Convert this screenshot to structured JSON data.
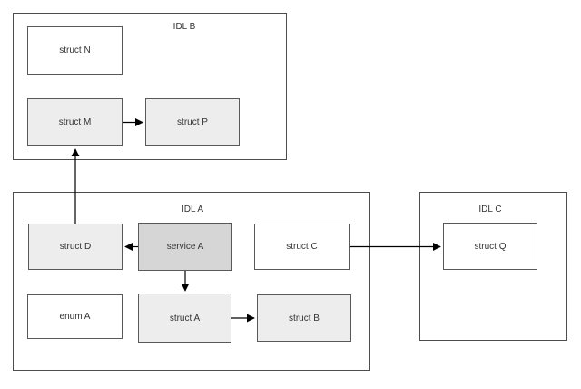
{
  "diagram": {
    "type": "dependency-diagram",
    "containers": {
      "idl_b": {
        "label": "IDL B"
      },
      "idl_a": {
        "label": "IDL A"
      },
      "idl_c": {
        "label": "IDL C"
      }
    },
    "nodes": {
      "struct_n": {
        "label": "struct N",
        "container": "IDL B",
        "fill": "#ffffff"
      },
      "struct_m": {
        "label": "struct M",
        "container": "IDL B",
        "fill": "#ededed"
      },
      "struct_p": {
        "label": "struct P",
        "container": "IDL B",
        "fill": "#ededed"
      },
      "struct_d": {
        "label": "struct D",
        "container": "IDL A",
        "fill": "#ededed"
      },
      "service_a": {
        "label": "service A",
        "container": "IDL A",
        "fill": "#d6d6d6"
      },
      "struct_c": {
        "label": "struct C",
        "container": "IDL A",
        "fill": "#ffffff"
      },
      "enum_a": {
        "label": "enum A",
        "container": "IDL A",
        "fill": "#ffffff"
      },
      "struct_a": {
        "label": "struct A",
        "container": "IDL A",
        "fill": "#ededed"
      },
      "struct_b": {
        "label": "struct B",
        "container": "IDL A",
        "fill": "#ededed"
      },
      "struct_q": {
        "label": "struct Q",
        "container": "IDL C",
        "fill": "#ffffff"
      }
    },
    "edges": [
      {
        "from": "struct M",
        "to": "struct P",
        "direction": "right"
      },
      {
        "from": "struct D",
        "to": "struct M",
        "direction": "up"
      },
      {
        "from": "service A",
        "to": "struct D",
        "direction": "left"
      },
      {
        "from": "service A",
        "to": "struct A",
        "direction": "down"
      },
      {
        "from": "struct A",
        "to": "struct B",
        "direction": "right"
      },
      {
        "from": "struct C",
        "to": "struct Q",
        "direction": "right"
      }
    ],
    "colors": {
      "background": "#ffffff",
      "container_border": "#4d4d4d",
      "node_border": "#595959",
      "node_fill_white": "#ffffff",
      "node_fill_light": "#ededed",
      "node_fill_medium": "#d6d6d6",
      "text": "#333333",
      "arrow": "#000000"
    }
  }
}
